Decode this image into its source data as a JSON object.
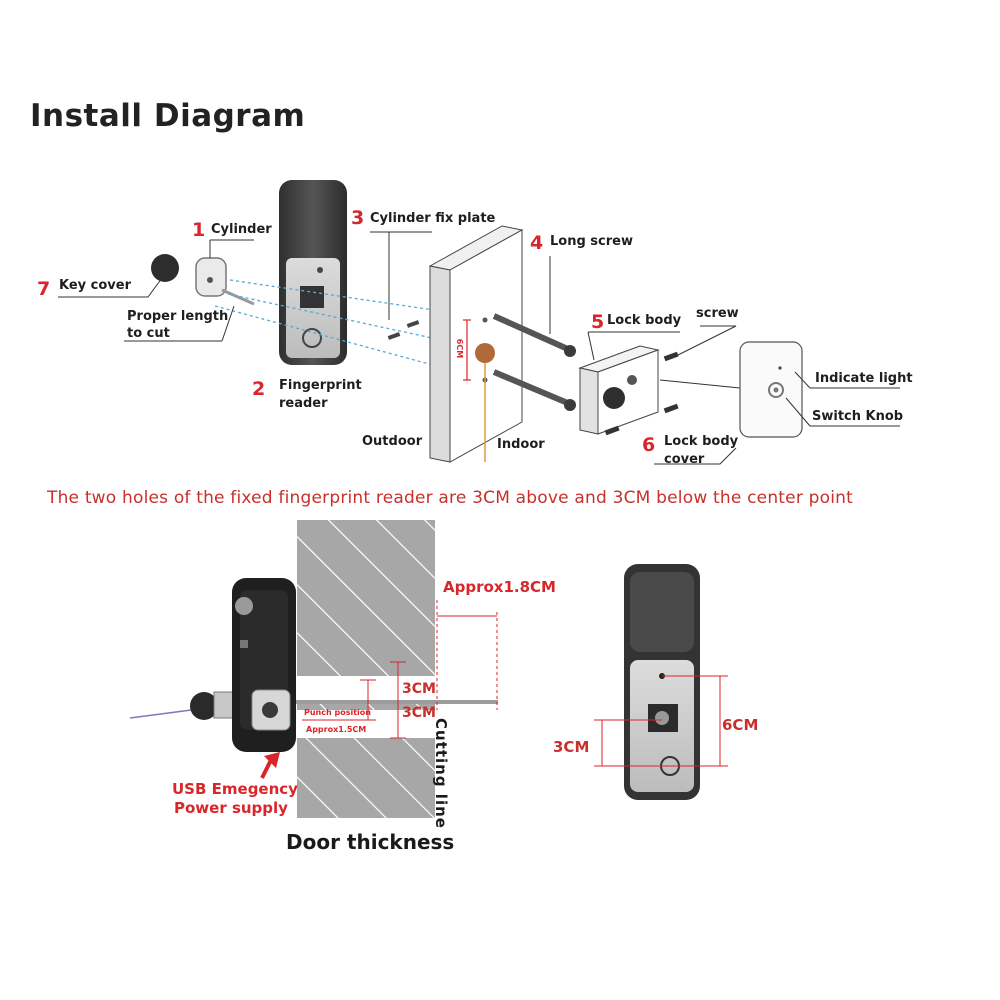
{
  "title": "Install Diagram",
  "parts": [
    {
      "num": "1",
      "label": "Cylinder"
    },
    {
      "num": "2",
      "label": "Fingerprint",
      "label2": "reader"
    },
    {
      "num": "3",
      "label": "Cylinder fix plate"
    },
    {
      "num": "4",
      "label": "Long screw"
    },
    {
      "num": "5",
      "label": "Lock body"
    },
    {
      "num": "6",
      "label": "Lock body",
      "label2": "cover"
    },
    {
      "num": "7",
      "label": "Key cover"
    }
  ],
  "callouts": {
    "proper_length": "Proper length",
    "to_cut": "to cut",
    "screw": "screw",
    "indicate_light": "Indicate light",
    "switch_knob": "Switch Knob",
    "outdoor": "Outdoor",
    "indoor": "Indoor",
    "door_6cm": "6CM"
  },
  "note": "The two holes of  the fixed fingerprint reader are 3CM above and 3CM below the center point",
  "section_bottom": {
    "approx_18": "Approx1.8CM",
    "dim_3cm_a": "3CM",
    "dim_3cm_b": "3CM",
    "punch_position": "Punch position",
    "approx_15": "Approx1.5CM",
    "cutting_line": "Cutting line",
    "usb_line1": "USB Emegency",
    "usb_line2": "Power supply",
    "door_thickness": "Door thickness",
    "dim_6cm": "6CM",
    "dim_3cm_c": "3CM"
  },
  "colors": {
    "accent_red": "#d8262a",
    "body_dark": "#3a3a3a",
    "dashed_blue": "#58a9d3"
  }
}
